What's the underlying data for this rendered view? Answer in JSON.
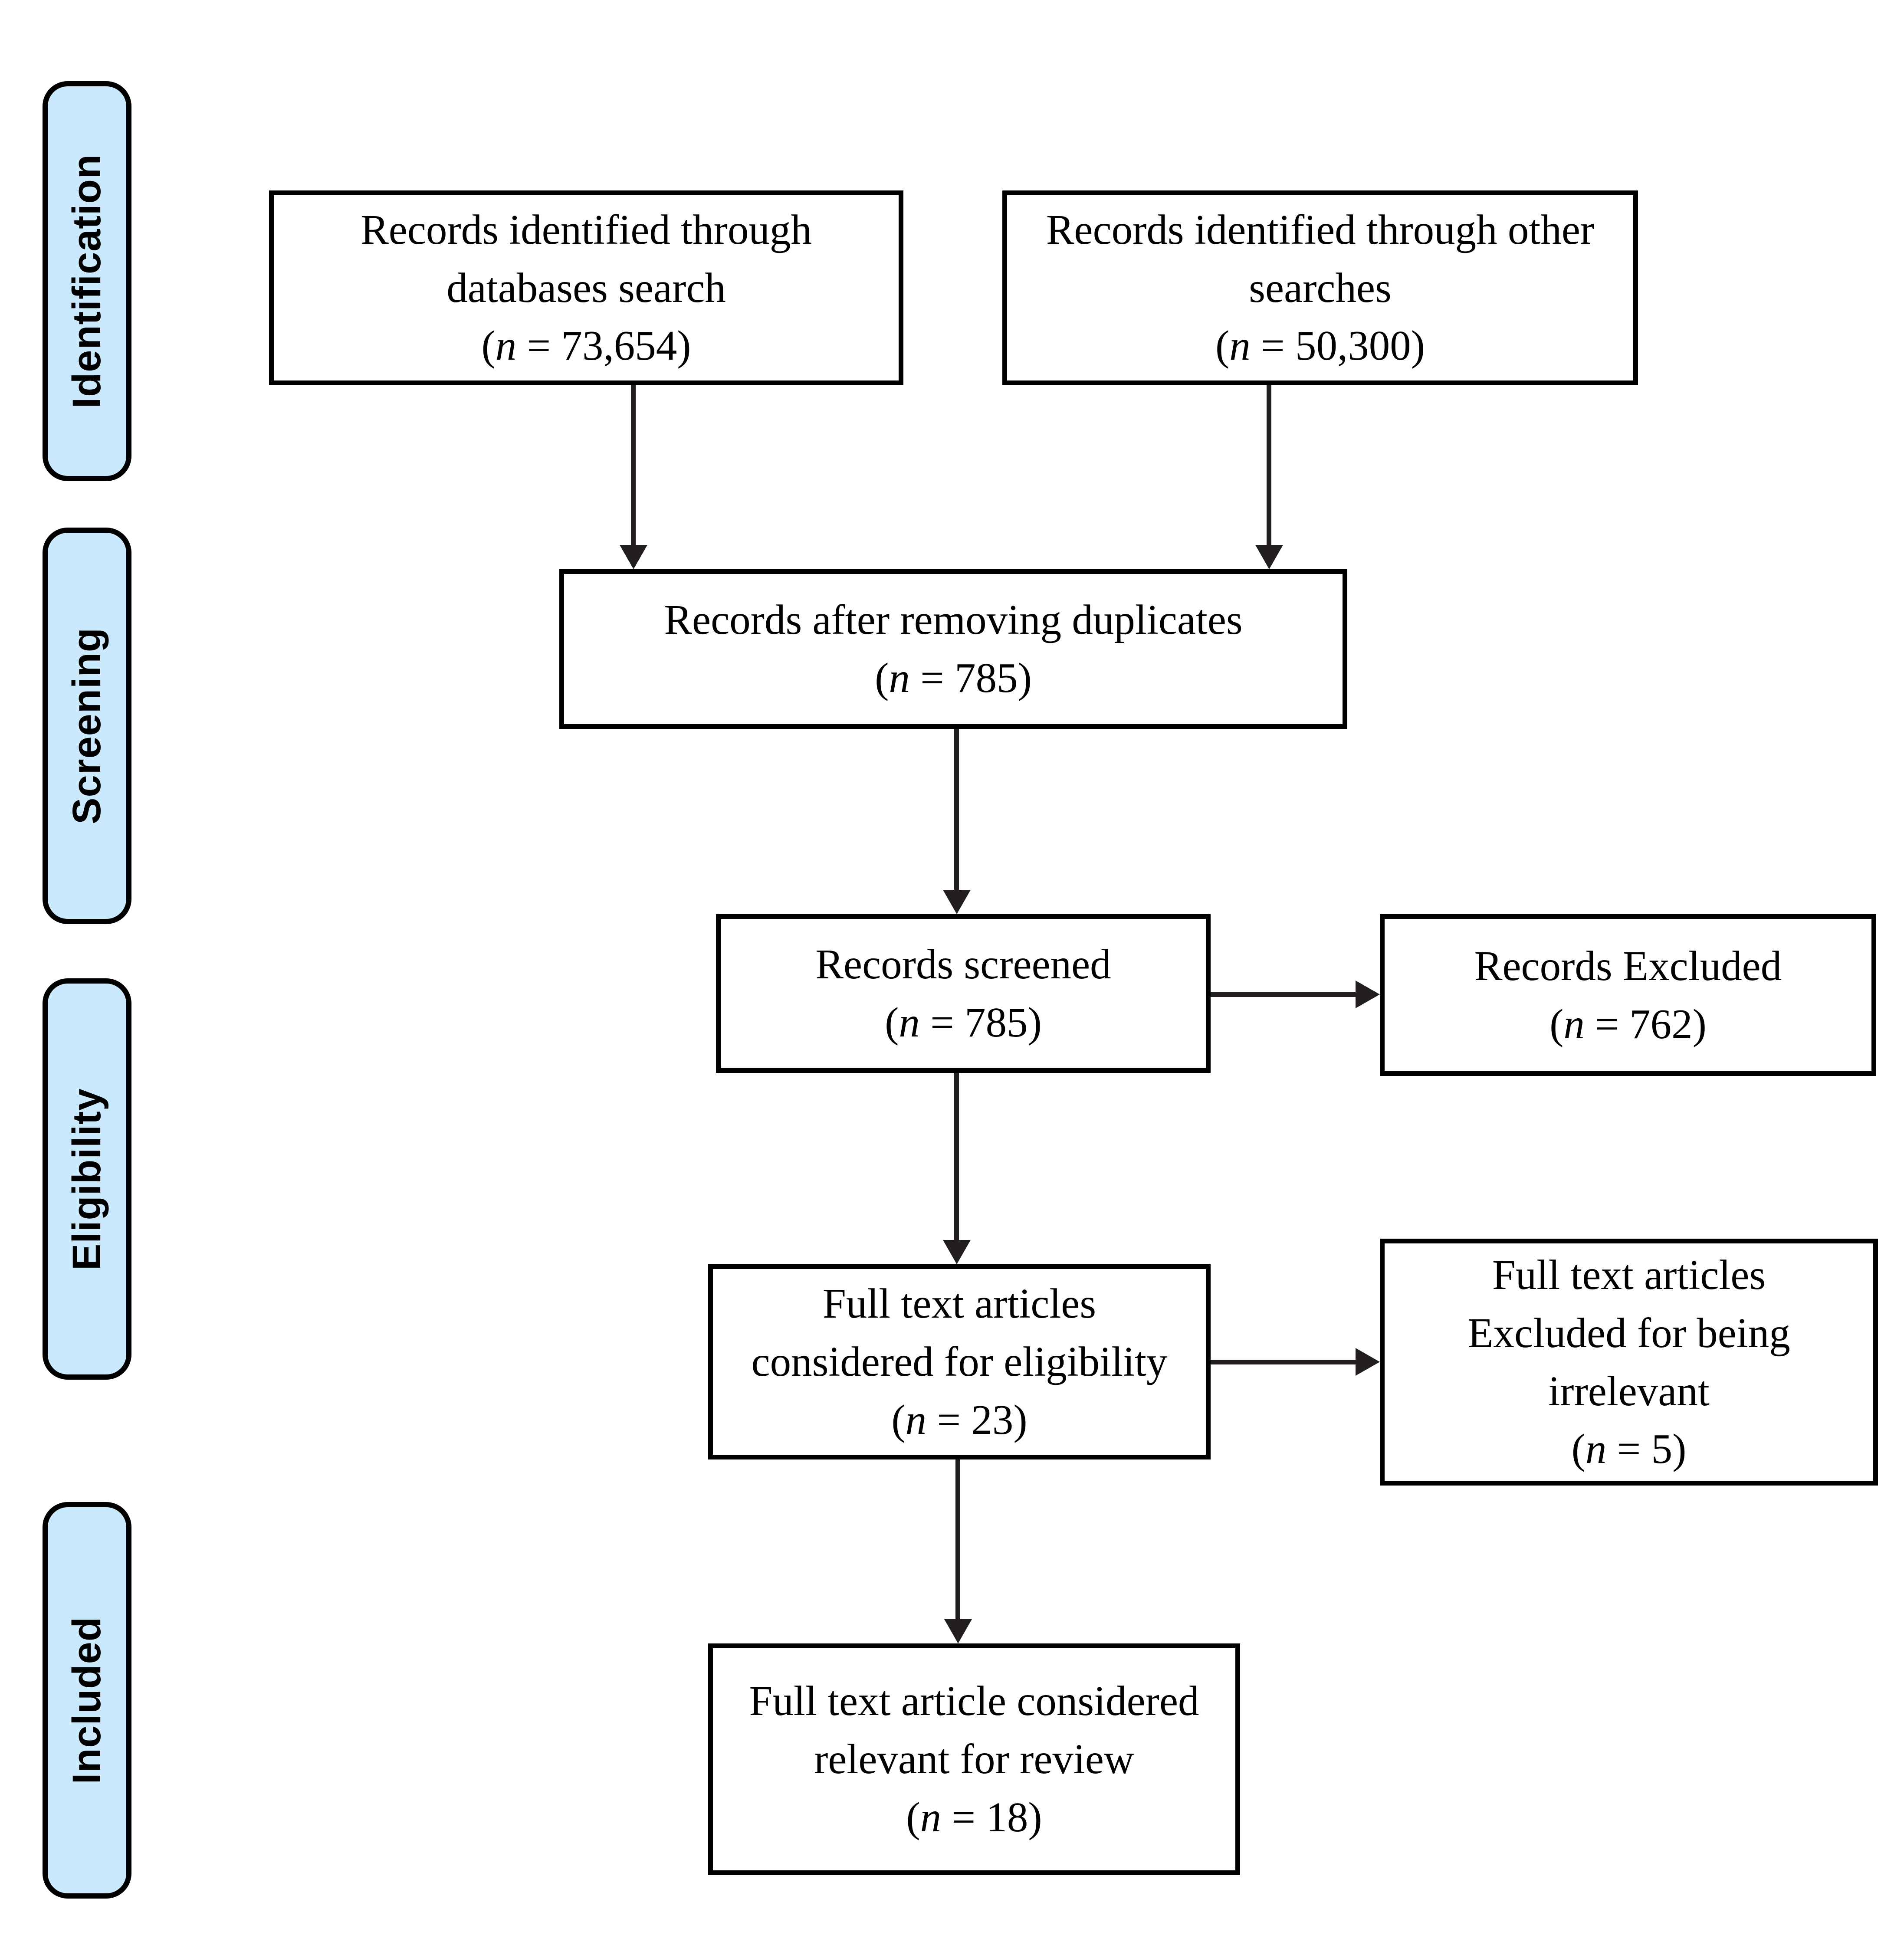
{
  "figure": {
    "type": "prisma-flow-diagram",
    "background_color": "#FFFFFF",
    "stage_fill_color": "#CBE9FC",
    "stage_border_color": "#000000",
    "box_border_color": "#000000",
    "arrow_color": "#231F20",
    "text_color": "#000000"
  },
  "stages": [
    {
      "label": "Identification"
    },
    {
      "label": "Screening"
    },
    {
      "label": "Eligibility"
    },
    {
      "label": "Included"
    }
  ],
  "boxes": {
    "identified_databases": {
      "lines": [
        "Records identified through",
        "databases search"
      ],
      "stat": "(n = 73,654)"
    },
    "identified_other": {
      "lines": [
        "Records identified through other",
        "searches"
      ],
      "stat": "(n = 50,300)"
    },
    "after_duplicates": {
      "lines": [
        "Records after removing duplicates"
      ],
      "stat": "(n = 785)"
    },
    "screened": {
      "lines": [
        "Records screened"
      ],
      "stat": "(n = 785)"
    },
    "records_excluded": {
      "lines": [
        "Records Excluded"
      ],
      "stat": "(n = 762)"
    },
    "fulltext_eligibility": {
      "lines": [
        "Full text articles",
        "considered for eligibility"
      ],
      "stat": "(n = 23)"
    },
    "fulltext_excluded": {
      "lines": [
        "Full text articles",
        "Excluded for being",
        "irrelevant"
      ],
      "stat": "(n = 5)"
    },
    "included_review": {
      "lines": [
        "Full text article considered",
        "relevant for review"
      ],
      "stat": "(n = 18)"
    }
  }
}
